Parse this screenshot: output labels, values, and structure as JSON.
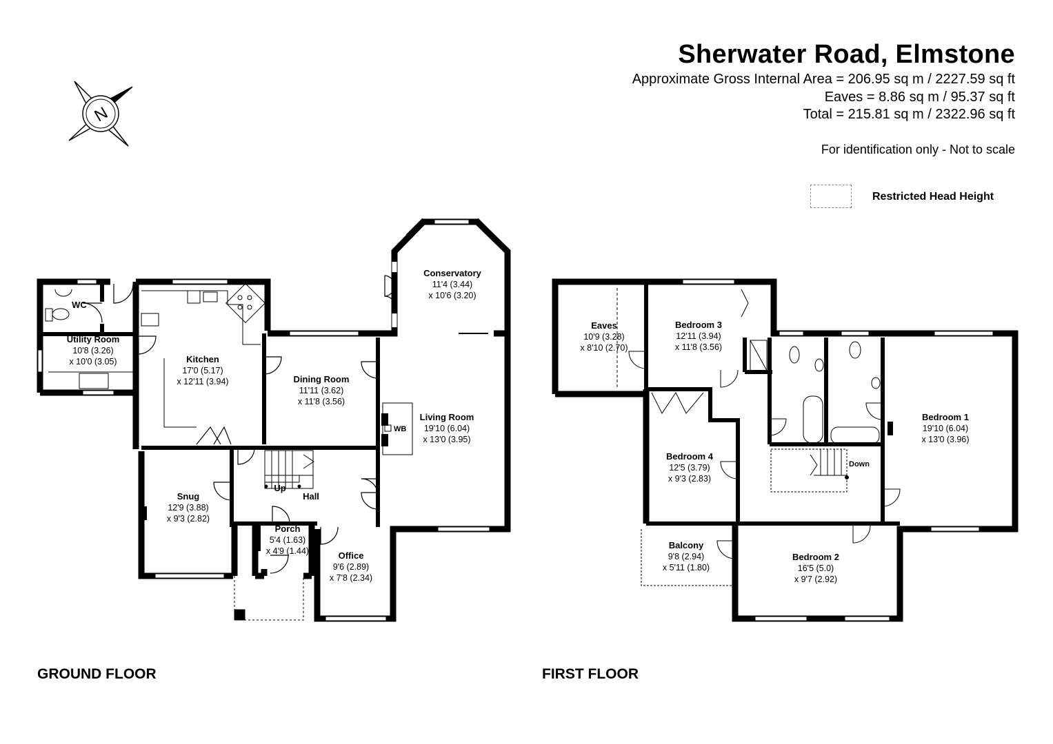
{
  "header": {
    "title": "Sherwater Road, Elmstone",
    "gross_area": "Approximate Gross Internal Area = 206.95 sq m / 2227.59 sq ft",
    "eaves_area": "Eaves = 8.86 sq m / 95.37 sq ft",
    "total_area": "Total = 215.81 sq m / 2322.96 sq ft",
    "note": "For identification only - Not to scale"
  },
  "compass": {
    "icon": "north-compass-icon",
    "label": "N"
  },
  "legend": {
    "label": "Restricted Head Height"
  },
  "ground_floor": {
    "label": "GROUND FLOOR",
    "rooms": {
      "wc": {
        "name": "WC"
      },
      "utility": {
        "name": "Utility Room",
        "dim1": "10'8 (3.26)",
        "dim2": "x 10'0 (3.05)"
      },
      "kitchen": {
        "name": "Kitchen",
        "dim1": "17'0 (5.17)",
        "dim2": "x 12'11 (3.94)"
      },
      "conservatory": {
        "name": "Conservatory",
        "dim1": "11'4 (3.44)",
        "dim2": "x 10'6 (3.20)"
      },
      "dining": {
        "name": "Dining Room",
        "dim1": "11'11 (3.62)",
        "dim2": "x 11'8 (3.56)"
      },
      "living": {
        "name": "Living Room",
        "dim1": "19'10 (6.04)",
        "dim2": "x 13'0 (3.95)"
      },
      "snug": {
        "name": "Snug",
        "dim1": "12'9 (3.88)",
        "dim2": "x 9'3 (2.82)"
      },
      "hall": {
        "name": "Hall"
      },
      "porch": {
        "name": "Porch",
        "dim1": "5'4 (1.63)",
        "dim2": "x 4'9 (1.44)"
      },
      "office": {
        "name": "Office",
        "dim1": "9'6 (2.89)",
        "dim2": "x 7'8 (2.34)"
      }
    },
    "labels": {
      "wb": "WB",
      "up": "Up"
    }
  },
  "first_floor": {
    "label": "FIRST FLOOR",
    "rooms": {
      "eaves": {
        "name": "Eaves",
        "dim1": "10'9 (3.28)",
        "dim2": "x 8'10 (2.70)"
      },
      "bedroom3": {
        "name": "Bedroom 3",
        "dim1": "12'11 (3.94)",
        "dim2": "x 11'8 (3.56)"
      },
      "bedroom1": {
        "name": "Bedroom 1",
        "dim1": "19'10 (6.04)",
        "dim2": "x 13'0 (3.96)"
      },
      "bedroom4": {
        "name": "Bedroom 4",
        "dim1": "12'5 (3.79)",
        "dim2": "x 9'3 (2.83)"
      },
      "balcony": {
        "name": "Balcony",
        "dim1": "9'8 (2.94)",
        "dim2": "x 5'11 (1.80)"
      },
      "bedroom2": {
        "name": "Bedroom 2",
        "dim1": "16'5 (5.0)",
        "dim2": "x 9'7 (2.92)"
      }
    },
    "labels": {
      "down": "Down"
    }
  }
}
